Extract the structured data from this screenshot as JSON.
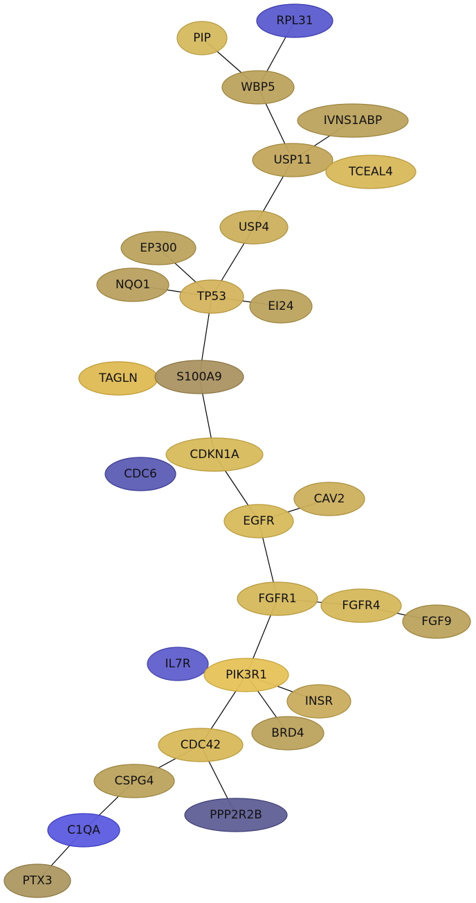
{
  "graph": {
    "nodes": [
      {
        "id": "RPL31",
        "label": "RPL31",
        "fill": "#5b5bd0",
        "stroke": "#3a3ab0"
      },
      {
        "id": "PIP",
        "label": "PIP",
        "fill": "#d4b95e",
        "stroke": "#b89a3c"
      },
      {
        "id": "WBP5",
        "label": "WBP5",
        "fill": "#bca35e",
        "stroke": "#9c833c"
      },
      {
        "id": "IVNS1ABP",
        "label": "IVNS1ABP",
        "fill": "#bca35e",
        "stroke": "#9c833c"
      },
      {
        "id": "USP11",
        "label": "USP11",
        "fill": "#c2a65c",
        "stroke": "#a2863a"
      },
      {
        "id": "TCEAL4",
        "label": "TCEAL4",
        "fill": "#d8b85a",
        "stroke": "#b89838"
      },
      {
        "id": "USP4",
        "label": "USP4",
        "fill": "#cdb05e",
        "stroke": "#ad903c"
      },
      {
        "id": "EP300",
        "label": "EP300",
        "fill": "#bca35e",
        "stroke": "#9c833c"
      },
      {
        "id": "NQO1",
        "label": "NQO1",
        "fill": "#b8a05e",
        "stroke": "#98803c"
      },
      {
        "id": "TP53",
        "label": "TP53",
        "fill": "#d4b45e",
        "stroke": "#b4943c"
      },
      {
        "id": "EI24",
        "label": "EI24",
        "fill": "#bca35e",
        "stroke": "#9c833c"
      },
      {
        "id": "TAGLN",
        "label": "TAGLN",
        "fill": "#deba52",
        "stroke": "#be9a30"
      },
      {
        "id": "S100A9",
        "label": "S100A9",
        "fill": "#ab9462",
        "stroke": "#8b7442"
      },
      {
        "id": "CDKN1A",
        "label": "CDKN1A",
        "fill": "#d8ba5c",
        "stroke": "#b89a3a"
      },
      {
        "id": "CDC6",
        "label": "CDC6",
        "fill": "#5c5cb4",
        "stroke": "#3a3a94"
      },
      {
        "id": "CAV2",
        "label": "CAV2",
        "fill": "#cdb05e",
        "stroke": "#ad903c"
      },
      {
        "id": "EGFR",
        "label": "EGFR",
        "fill": "#d8ba5c",
        "stroke": "#b89a3a"
      },
      {
        "id": "FGFR1",
        "label": "FGFR1",
        "fill": "#d6b85c",
        "stroke": "#b6983a"
      },
      {
        "id": "FGFR4",
        "label": "FGFR4",
        "fill": "#d6b85c",
        "stroke": "#b6983a"
      },
      {
        "id": "FGF9",
        "label": "FGF9",
        "fill": "#bca35e",
        "stroke": "#9c833c"
      },
      {
        "id": "IL7R",
        "label": "IL7R",
        "fill": "#5f5fcc",
        "stroke": "#3d3dac"
      },
      {
        "id": "PIK3R1",
        "label": "PIK3R1",
        "fill": "#e6c35a",
        "stroke": "#c6a338"
      },
      {
        "id": "INSR",
        "label": "INSR",
        "fill": "#c8ac5e",
        "stroke": "#a88c3c"
      },
      {
        "id": "BRD4",
        "label": "BRD4",
        "fill": "#bca35e",
        "stroke": "#9c833c"
      },
      {
        "id": "CDC42",
        "label": "CDC42",
        "fill": "#d8b95a",
        "stroke": "#b89938"
      },
      {
        "id": "CSPG4",
        "label": "CSPG4",
        "fill": "#bca35e",
        "stroke": "#9c833c"
      },
      {
        "id": "PPP2R2B",
        "label": "PPP2R2B",
        "fill": "#5f5f96",
        "stroke": "#3f3f76"
      },
      {
        "id": "C1QA",
        "label": "C1QA",
        "fill": "#5c5ce0",
        "stroke": "#3a3ac0"
      },
      {
        "id": "PTX3",
        "label": "PTX3",
        "fill": "#ad9862",
        "stroke": "#8d7842"
      }
    ],
    "edges": [
      [
        "PIP",
        "WBP5"
      ],
      [
        "RPL31",
        "WBP5"
      ],
      [
        "WBP5",
        "USP11"
      ],
      [
        "IVNS1ABP",
        "USP11"
      ],
      [
        "USP11",
        "USP4"
      ],
      [
        "USP4",
        "TP53"
      ],
      [
        "EP300",
        "TP53"
      ],
      [
        "NQO1",
        "TP53"
      ],
      [
        "TP53",
        "EI24"
      ],
      [
        "TP53",
        "S100A9"
      ],
      [
        "S100A9",
        "CDKN1A"
      ],
      [
        "CDKN1A",
        "EGFR"
      ],
      [
        "EGFR",
        "CAV2"
      ],
      [
        "EGFR",
        "FGFR1"
      ],
      [
        "FGFR1",
        "FGFR4"
      ],
      [
        "FGFR4",
        "FGF9"
      ],
      [
        "FGFR1",
        "PIK3R1"
      ],
      [
        "PIK3R1",
        "INSR"
      ],
      [
        "PIK3R1",
        "BRD4"
      ],
      [
        "PIK3R1",
        "CDC42"
      ],
      [
        "CDC42",
        "CSPG4"
      ],
      [
        "CDC42",
        "PPP2R2B"
      ],
      [
        "CSPG4",
        "C1QA"
      ],
      [
        "C1QA",
        "PTX3"
      ]
    ]
  }
}
